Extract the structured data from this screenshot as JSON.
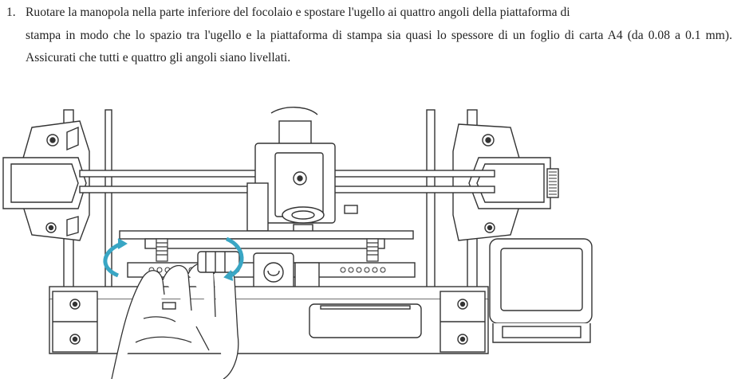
{
  "instruction": {
    "number": "1.",
    "first_line": "Ruotare la manopola nella parte inferiore del focolaio e spostare l'ugello ai quattro angoli della piattaforma di",
    "rest": "stampa in modo che lo spazio tra l'ugello e la piattaforma di stampa sia quasi lo spessore di un foglio di carta A4 (da 0.08 a 0.1 mm). Assicurati che tutti e quattro gli angoli siano livellati."
  },
  "illustration": {
    "subject": "3D printer front view with hand turning bed-leveling knob",
    "arrow_color": "#39a6c4",
    "line_color": "#333333"
  }
}
